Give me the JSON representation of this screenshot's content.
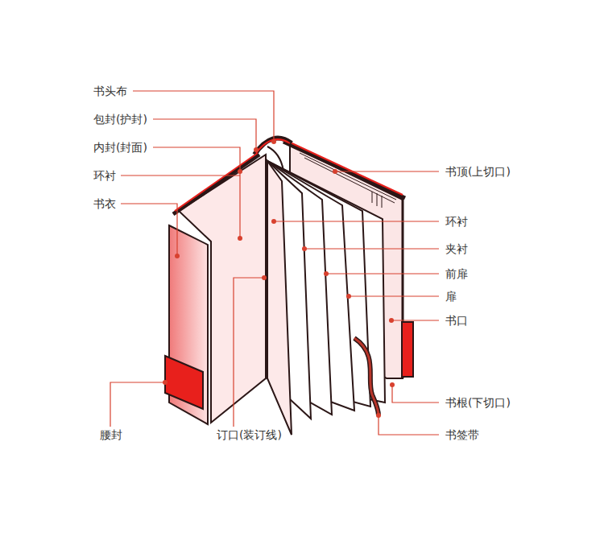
{
  "diagram": {
    "labels": [
      "书头布",
      "包封(护封)",
      "内封(封面)",
      "环衬",
      "书衣",
      "书顶(上切口)",
      "环衬",
      "夹衬",
      "前扉",
      "扉",
      "书口",
      "腰封",
      "订口(装订线)",
      "书根(下切口)",
      "书签带"
    ]
  }
}
